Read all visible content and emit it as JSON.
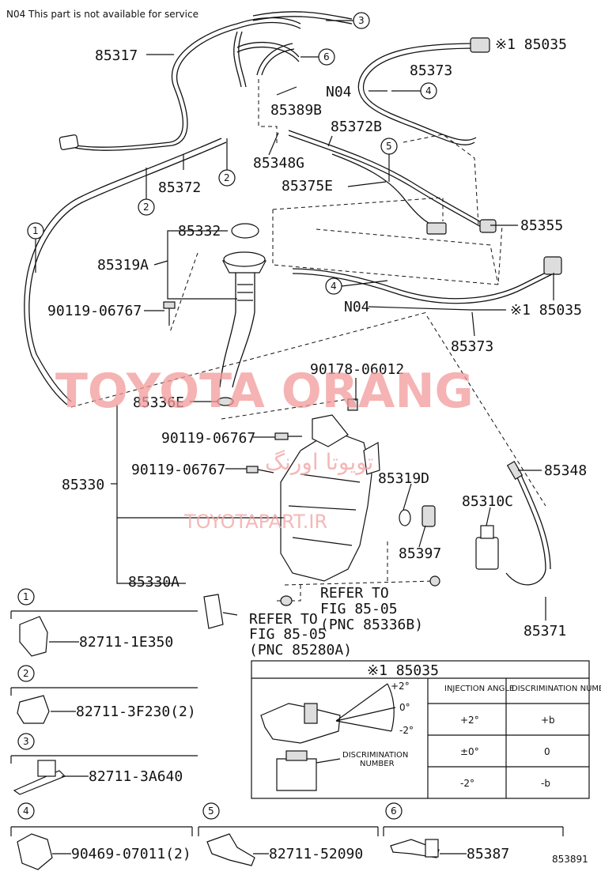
{
  "header_note": "N04 This part is not available for service",
  "diagram_number": "853891",
  "watermark": {
    "title": "TOYOTA ORANG",
    "persian": "تویوتا اورنگ",
    "site": "TOYOTAPART.IR"
  },
  "part_labels": {
    "p85317": "85317",
    "p85035a": "※1 85035",
    "p85373a": "85373",
    "n04a": "N04",
    "p85389b": "85389B",
    "p85372b": "85372B",
    "p85348g": "85348G",
    "p85372": "85372",
    "p85375e": "85375E",
    "p85355": "85355",
    "p85332": "85332",
    "p85319a": "85319A",
    "p90119a": "90119-06767",
    "n04b": "N04",
    "p85035b": "※1 85035",
    "p85373b": "85373",
    "p90178": "90178-06012",
    "p85336e": "85336E",
    "p90119b": "90119-06767",
    "p90119c": "90119-06767",
    "p85319d": "85319D",
    "p85348": "85348",
    "p85330": "85330",
    "p85310c": "85310C",
    "p85397": "85397",
    "p85330a": "85330A",
    "p85371": "85371"
  },
  "references": {
    "ref1_line1": "REFER TO",
    "ref1_line2": "FIG 85-05",
    "ref1_line3": "(PNC 85336B)",
    "ref2_line1": "REFER TO",
    "ref2_line2": "FIG 85-05",
    "ref2_line3": "(PNC 85280A)"
  },
  "callouts": [
    "1",
    "2",
    "3",
    "4",
    "5",
    "6"
  ],
  "clip_legend": [
    {
      "num": "1",
      "part": "82711-1E350"
    },
    {
      "num": "2",
      "part": "82711-3F230(2)"
    },
    {
      "num": "3",
      "part": "82711-3A640"
    },
    {
      "num": "4",
      "part": "90469-07011(2)"
    },
    {
      "num": "5",
      "part": "82711-52090"
    },
    {
      "num": "6",
      "part": "85387"
    }
  ],
  "nozzle_table": {
    "title": "※1 85035",
    "col_headers": [
      "INJECTION ANGLE",
      "DISCRIMINATION NUMBER"
    ],
    "rows": [
      {
        "angle": "+2°",
        "number": "+b"
      },
      {
        "angle": "±0°",
        "number": "0"
      },
      {
        "angle": "-2°",
        "number": "-b"
      }
    ],
    "angle_marks": [
      "+2°",
      "0°",
      "-2°"
    ],
    "discrimination_label_1": "DISCRIMINATION",
    "discrimination_label_2": "NUMBER"
  }
}
